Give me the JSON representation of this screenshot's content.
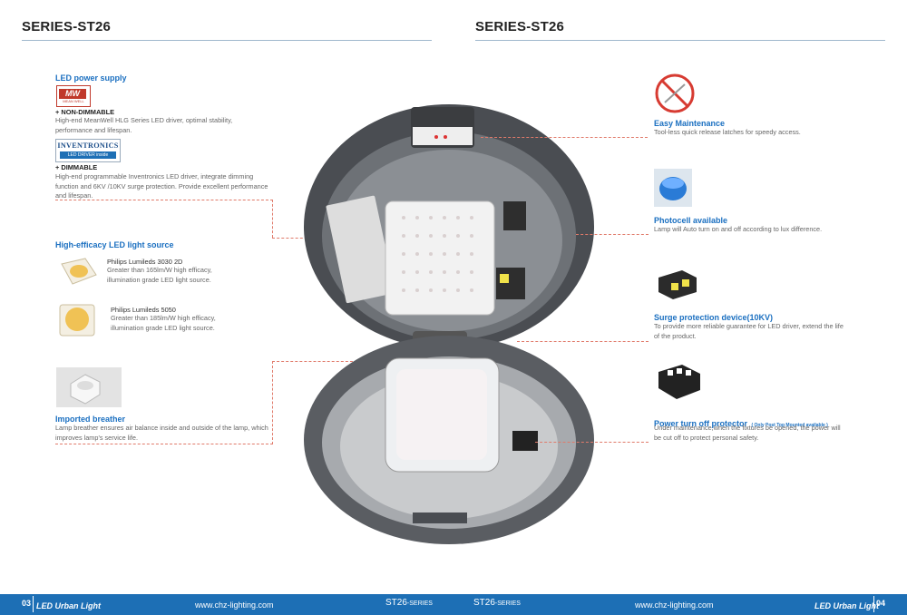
{
  "left_header": "SERIES-ST26",
  "right_header": "SERIES-ST26",
  "left": {
    "power_title": "LED power supply",
    "mw_logo": "MW",
    "mw_sub": "MEAN WELL",
    "nondim_label": "+ NON-DIMMABLE",
    "nondim_desc": "High-end MeanWell HLG Series LED driver, optimal stability, performance and lifespan.",
    "inv_logo": "INVENTRONICS",
    "inv_sub": "LED DRIVER inside",
    "dim_label": "+ DIMMABLE",
    "dim_desc": "High-end programmable Inventronics LED driver, integrate dimming function and 6KV /10KV surge protection. Provide excellent performance and lifespan.",
    "light_title": "High-efficacy LED light source",
    "led1_name": "Philips Lumileds 3030 2D",
    "led1_desc": "Greater than 165lm/W high efficacy, illumination grade LED light source.",
    "led2_name": "Philips Lumileds 5050",
    "led2_desc": "Greater than 185lm/W high efficacy, illumination grade LED light source.",
    "breather_title": "Imported breather",
    "breather_desc": "Lamp breather ensures air balance inside and outside of the lamp, which improves lamp's service life."
  },
  "right": {
    "maint_title": "Easy Maintenance",
    "maint_desc": "Tool-less quick release latches for speedy access.",
    "photo_title": "Photocell available",
    "photo_desc": "Lamp will Auto turn on and off according to lux difference.",
    "surge_title": "Surge protection device(10KV)",
    "surge_desc": "To provide more reliable guarantee for LED driver, extend the life of the product.",
    "power_off_title": "Power turn off protector",
    "power_off_note": "( Only Post Top Mounted available )",
    "power_off_desc": "Under maintenance,when the fixtures be opened, the power will be cut off to protect personal safety."
  },
  "footer": {
    "left_page": "03",
    "left_brand": "LED Urban Light",
    "left_url": "www.chz-lighting.com",
    "left_series_main": "ST26",
    "left_series_sub": "-SERIES",
    "right_series_main": "ST26",
    "right_series_sub": "-SERIES",
    "right_url": "www.chz-lighting.com",
    "right_brand": "LED Urban Light",
    "right_page": "04"
  },
  "colors": {
    "accent_blue": "#1d6fb5",
    "title_blue": "#1a6fc0",
    "dash_red": "#e07a6a"
  },
  "icons": [
    "no-tool-icon",
    "photocell-icon",
    "surge-device-icon",
    "power-protector-icon",
    "breather-icon",
    "led-3030-icon",
    "led-5050-icon"
  ]
}
